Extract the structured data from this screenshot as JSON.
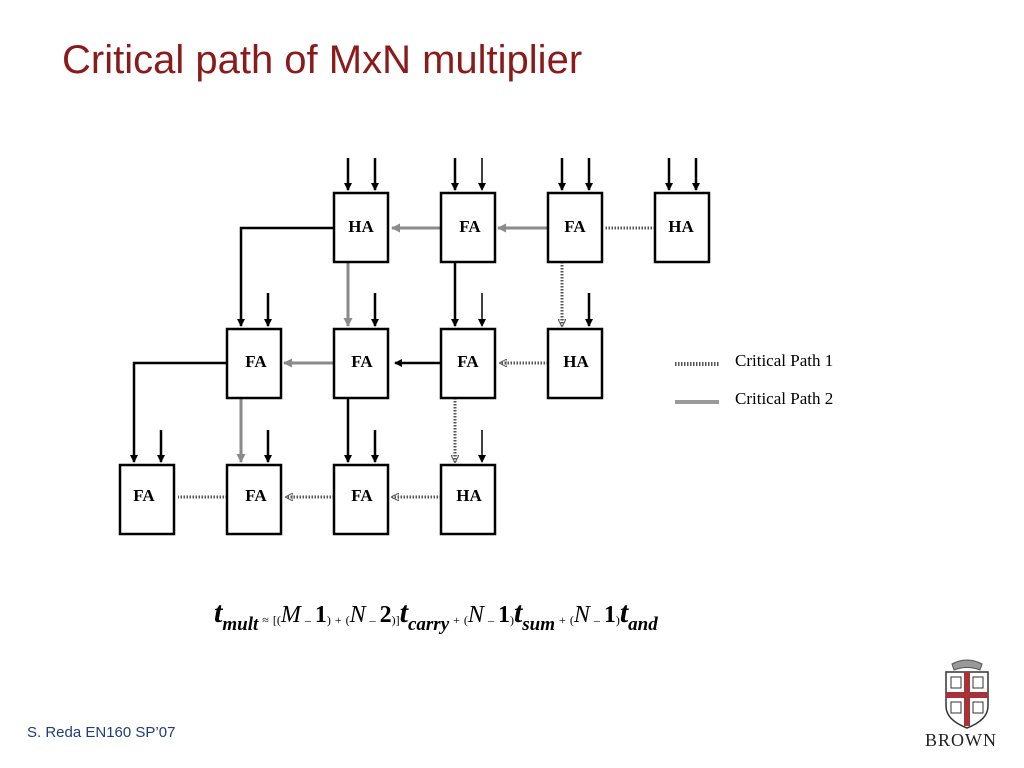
{
  "slide": {
    "title": "Critical path of MxN multiplier",
    "footer": "S. Reda EN160 SP’07",
    "logo_text": "BROWN"
  },
  "diagram": {
    "rows": [
      [
        "HA",
        "FA",
        "FA",
        "HA"
      ],
      [
        "FA",
        "FA",
        "FA",
        "HA"
      ],
      [
        "FA",
        "FA",
        "FA",
        "HA"
      ]
    ],
    "legend": [
      {
        "label": "Critical Path 1",
        "style": "dotted"
      },
      {
        "label": "Critical Path 2",
        "style": "gray"
      }
    ]
  },
  "formula": {
    "t": "t",
    "mult": "mult",
    "approx": "≈",
    "open_bracket": "[",
    "lp": "(",
    "rp": ")",
    "plus": "+",
    "minus": "–",
    "M": "M",
    "N": "N",
    "one": "1",
    "two": "2",
    "close_bracket": ")]",
    "carry": "carry",
    "sum": "sum",
    "and": "and"
  },
  "colors": {
    "title": "#8b1a1a",
    "footer": "#1f3d7a",
    "path2": "#8a8a8a"
  }
}
